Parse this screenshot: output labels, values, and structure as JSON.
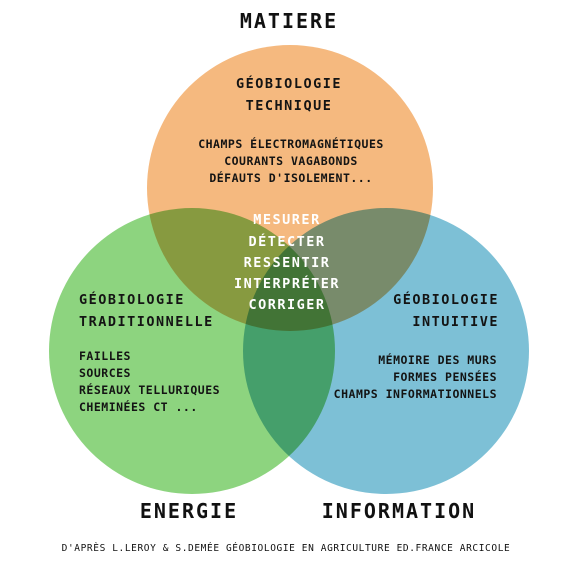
{
  "colors": {
    "matiere_circle": "#f5b97f",
    "energie_circle": "#8dd47f",
    "information_circle": "#7dc0d6",
    "center_text": "#ffffff"
  },
  "captions": {
    "matiere": "MATIERE",
    "energie": "ENERGIE",
    "information": "INFORMATION"
  },
  "technique": {
    "title": [
      "GÉOBIOLOGIE",
      "TECHNIQUE"
    ],
    "items": [
      "CHAMPS ÉLECTROMAGNÉTIQUES",
      "COURANTS VAGABONDS",
      "DÉFAUTS D'ISOLEMENT..."
    ]
  },
  "traditionnelle": {
    "title": [
      "GÉOBIOLOGIE",
      "TRADITIONNELLE"
    ],
    "items": [
      "FAILLES",
      "SOURCES",
      "RÉSEAUX TELLURIQUES",
      "CHEMINÉES CT ..."
    ]
  },
  "intuitive": {
    "title": [
      "GÉOBIOLOGIE",
      "INTUITIVE"
    ],
    "items": [
      "MÉMOIRE DES MURS",
      "FORMES PENSÉES",
      "CHAMPS INFORMATIONNELS"
    ]
  },
  "center": [
    "MESURER",
    "DÉTECTER",
    "RESSENTIR",
    "INTERPRÉTER",
    "CORRIGER"
  ],
  "credit": "D'APRÈS L.LEROY & S.DEMÉE GÉOBIOLOGIE EN AGRICULTURE ED.FRANCE ARCICOLE"
}
